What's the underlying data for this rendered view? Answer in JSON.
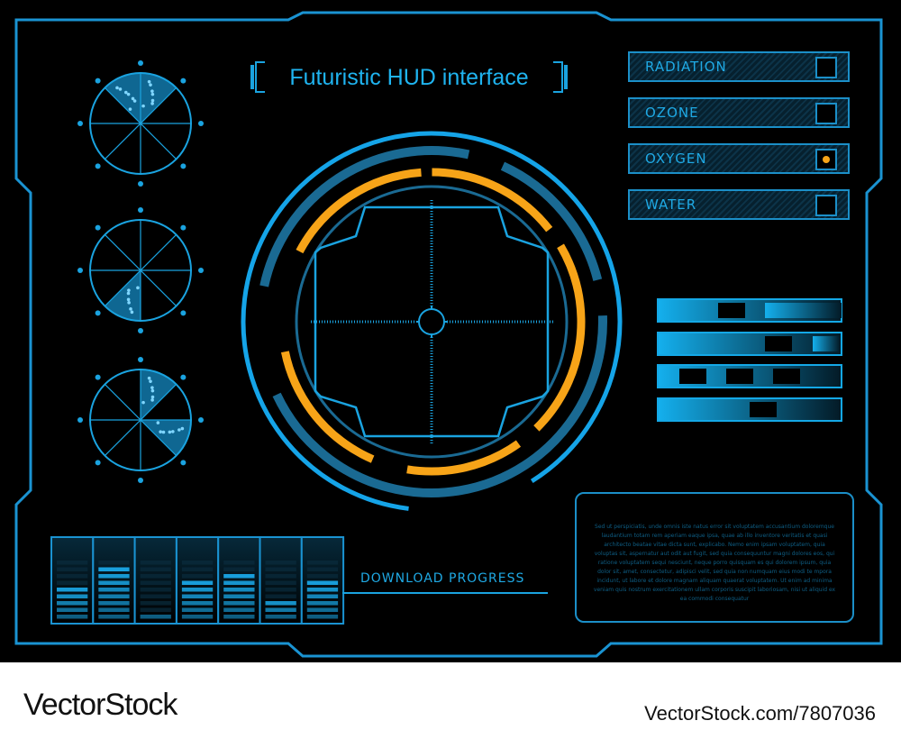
{
  "title": "Futuristic HUD interface",
  "sensors": [
    {
      "label": "RADIATION",
      "checked": false
    },
    {
      "label": "OZONE",
      "checked": false
    },
    {
      "label": "OXYGEN",
      "checked": true
    },
    {
      "label": "WATER",
      "checked": false
    }
  ],
  "download_label": "DOWNLOAD PROGRESS",
  "download_levels": [
    5,
    8,
    1,
    6,
    7,
    3,
    6
  ],
  "info_text": "Sed ut perspiciatis, unde omnis iste natus error sit voluptatem accusantium doloremque laudantium totam rem aperiam eaque ipsa, quae ab illo inventore veritatis et quasi architecto beatae vitae dicta sunt, explicabo. Nemo enim ipsam voluptatem, quia voluptas sit, aspernatur aut odit aut fugit, sed quia consequuntur magni dolores eos, qui ratione voluptatem sequi nesciunt, neque porro quisquam es qui dolorem ipsum, quia dolor sit, amet, consectetur, adipisci velit, sed quia non numquam eius modi te mpora incidunt, ut labore et dolore magnam aliquam quaerat voluptatem. Ut enim ad minima veniam quis nostrum exercitationem ullam corporis suscipit laboriosam, nisi ut aliquid ex ea commodi consequatur",
  "brand": "VectorStock",
  "image_id": "VectorStock.com/7807036",
  "colors": {
    "background": "#000000",
    "accent_blue": "#1fa9e4",
    "dark_blue": "#1b6e99",
    "orange": "#f7a418"
  }
}
